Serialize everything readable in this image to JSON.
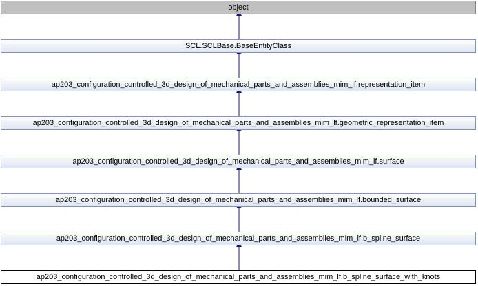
{
  "diagram": {
    "nodes": [
      "object",
      "SCL.SCLBase.BaseEntityClass",
      "ap203_configuration_controlled_3d_design_of_mechanical_parts_and_assemblies_mim_lf.representation_item",
      "ap203_configuration_controlled_3d_design_of_mechanical_parts_and_assemblies_mim_lf.geometric_representation_item",
      "ap203_configuration_controlled_3d_design_of_mechanical_parts_and_assemblies_mim_lf.surface",
      "ap203_configuration_controlled_3d_design_of_mechanical_parts_and_assemblies_mim_lf.bounded_surface",
      "ap203_configuration_controlled_3d_design_of_mechanical_parts_and_assemblies_mim_lf.b_spline_surface",
      "ap203_configuration_controlled_3d_design_of_mechanical_parts_and_assemblies_mim_lf.b_spline_surface_with_knots"
    ],
    "colors": {
      "edge": "#191970",
      "node_border": "#8494b6",
      "root_fill": "#c0c0c0",
      "current_border": "#000000"
    }
  }
}
